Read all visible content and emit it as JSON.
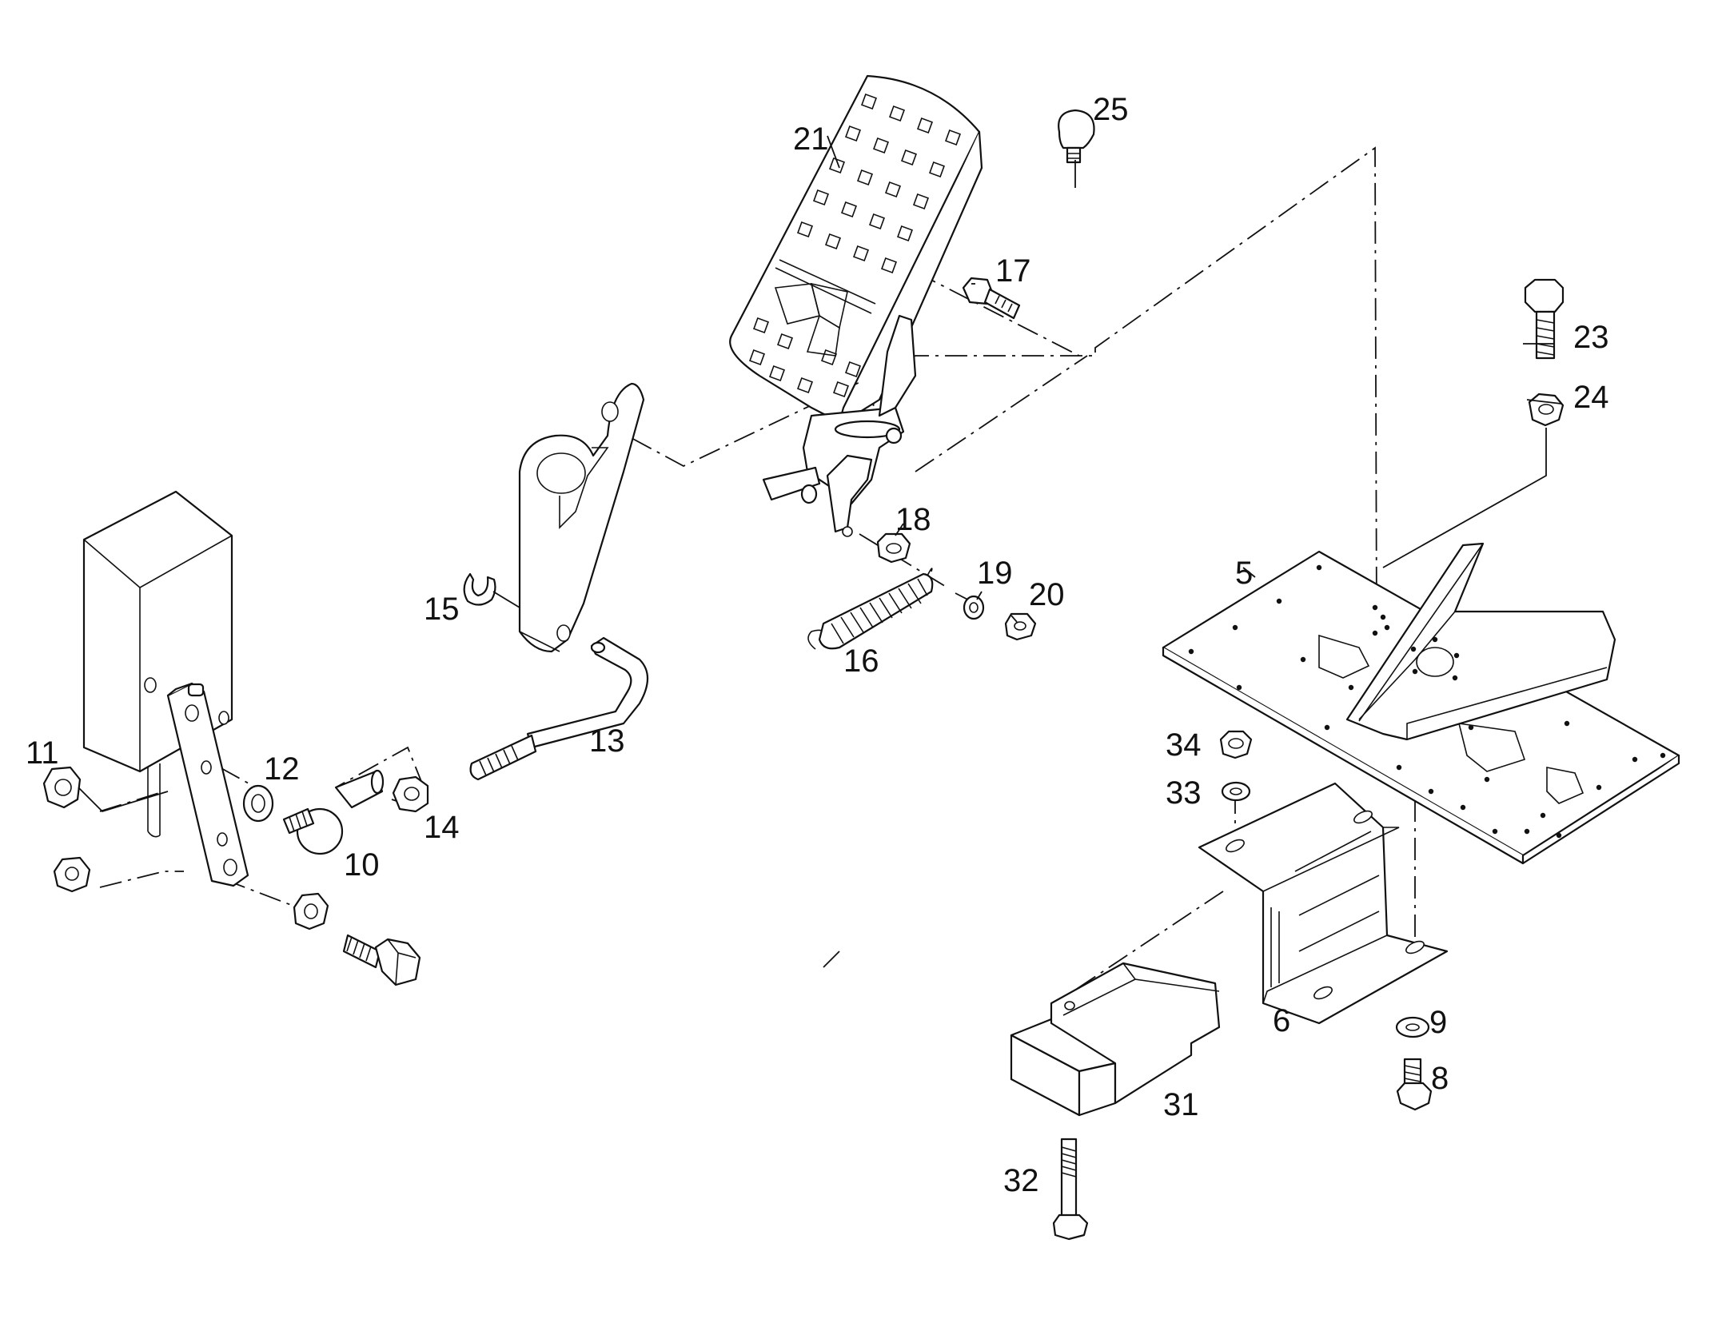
{
  "diagram": {
    "callouts": [
      "5",
      "6",
      "8",
      "9",
      "10",
      "11",
      "12",
      "13",
      "14",
      "15",
      "16",
      "17",
      "18",
      "19",
      "20",
      "21",
      "23",
      "24",
      "25",
      "31",
      "32",
      "33",
      "34"
    ]
  }
}
